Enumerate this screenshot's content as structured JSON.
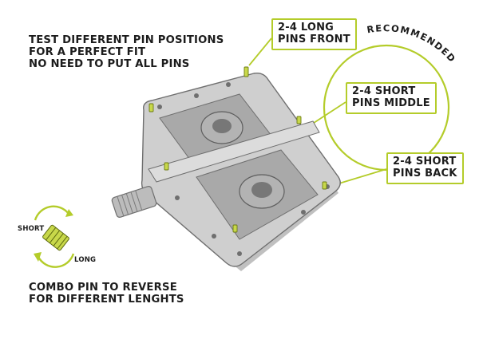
{
  "intro": {
    "line1": "TEST DIFFERENT PIN POSITIONS",
    "line2_prefix": "FOR A ",
    "line2_highlight": "PERFECT FIT",
    "line3_highlight": "NO NEED",
    "line3_suffix": " TO PUT ALL PINS"
  },
  "callouts": {
    "front": {
      "count": "2-4",
      "kind": "LONG",
      "line2": "PINS FRONT"
    },
    "middle": {
      "count": "2-4",
      "kind": "SHORT",
      "line2": "PINS MIDDLE"
    },
    "back": {
      "count": "2-4",
      "kind": "SHORT",
      "line2": "PINS BACK"
    }
  },
  "recommended_label": "RECOMMENDED",
  "combo_pin": {
    "short_label": "SHORT",
    "long_label": "LONG",
    "caption_line1": "COMBO PIN TO REVERSE",
    "caption_line2": "FOR DIFFERENT LENGHTS"
  },
  "colors": {
    "accent": "#b4cc2a",
    "pin": "#c8d84a",
    "pedal_body": "#c9c9c9",
    "pedal_shadow": "#8d8d8d",
    "text": "#1c1c1c"
  }
}
